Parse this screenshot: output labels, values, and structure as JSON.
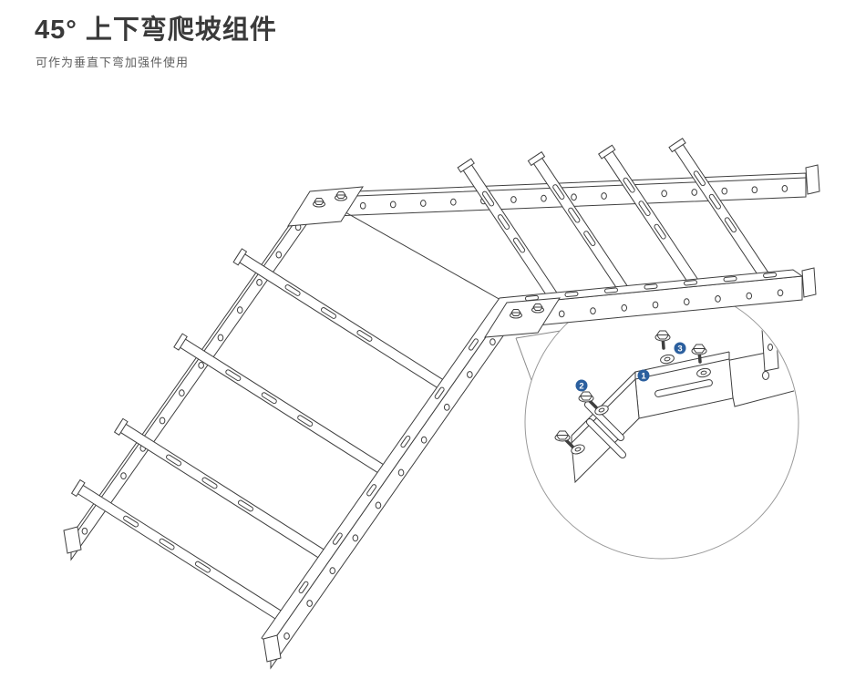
{
  "page": {
    "title": "45° 上下弯爬坡组件",
    "subtitle": "可作为垂直下弯加强件使用"
  },
  "colors": {
    "accent": "#2b5f9e",
    "line": "#3f3f3f",
    "callout_circle": "#9a9a9a"
  },
  "callout": {
    "markers": [
      {
        "label": "1"
      },
      {
        "label": "2"
      },
      {
        "label": "3"
      }
    ]
  }
}
